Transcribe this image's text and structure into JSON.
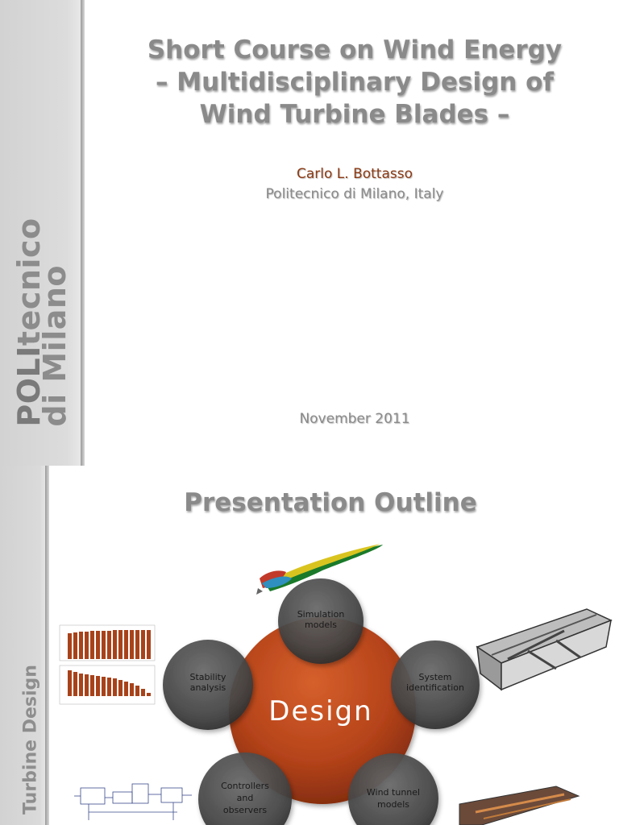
{
  "slide1": {
    "logo": {
      "line1_a": "POLI",
      "line1_b": "tecnico",
      "line2": "di Milano"
    },
    "title_lines": [
      "Short Course on Wind Energy",
      "– Multidisciplinary Design of",
      "Wind Turbine Blades –"
    ],
    "author": "Carlo L. Bottasso",
    "affiliation": "Politecnico di Milano, Italy",
    "date": "November 2011"
  },
  "slide2": {
    "side_label": "Turbine Design",
    "title": "Presentation Outline",
    "center_label": "Design",
    "nodes": {
      "top": [
        "Simulation",
        "models"
      ],
      "right": [
        "System",
        "identification"
      ],
      "bottom_right": [
        "Wind tunnel",
        "models"
      ],
      "bottom_left": [
        "Controllers",
        "and",
        "observers"
      ],
      "left": [
        "Stability",
        "analysis"
      ]
    }
  },
  "colors": {
    "gray_text": "#8a8a8a",
    "author_red": "#8b3a14",
    "design_circle": "#b5431a",
    "node_circle": "#4a4a4a",
    "bar_color": "#a8421a"
  }
}
